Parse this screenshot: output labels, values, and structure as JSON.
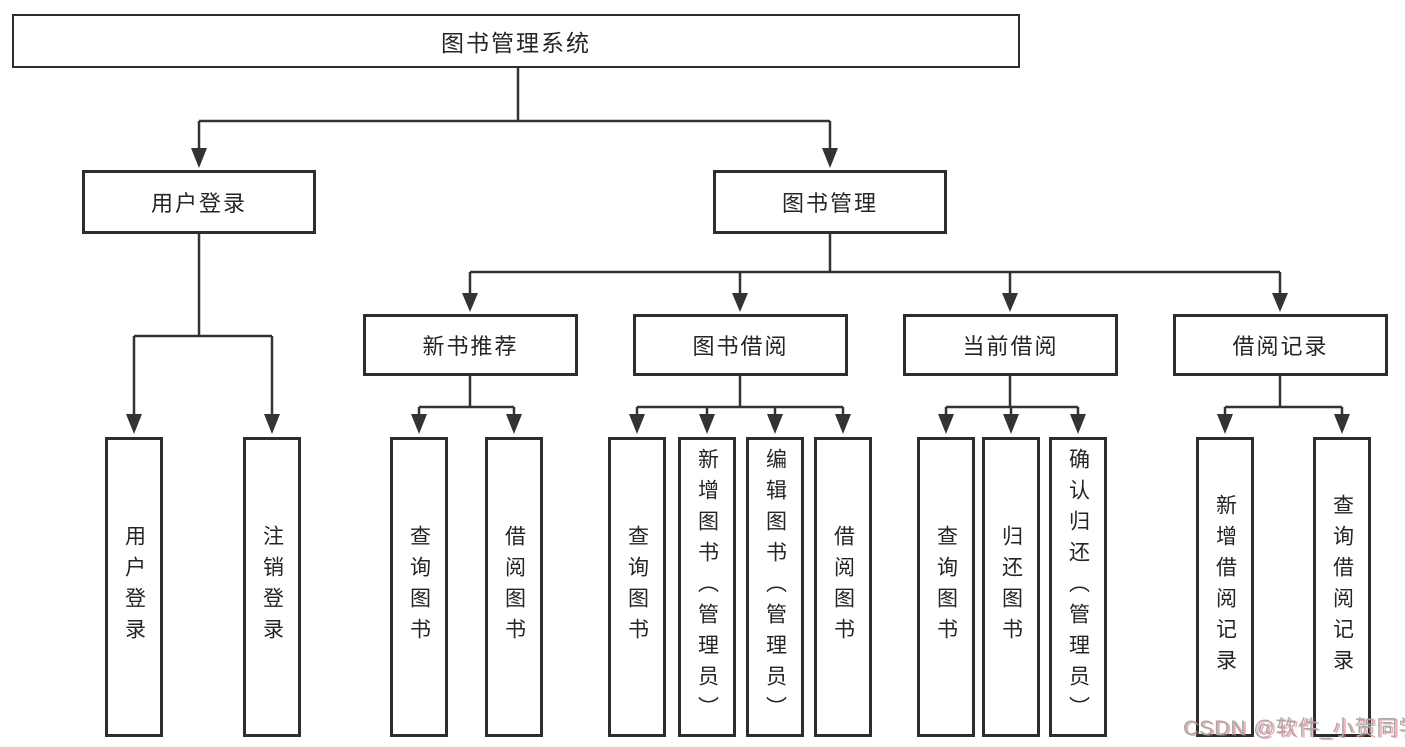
{
  "diagram": {
    "root": {
      "label": "图书管理系统"
    },
    "level2": [
      {
        "label": "用户登录"
      },
      {
        "label": "图书管理"
      }
    ],
    "level3": [
      {
        "label": "新书推荐",
        "parent": "图书管理"
      },
      {
        "label": "图书借阅",
        "parent": "图书管理"
      },
      {
        "label": "当前借阅",
        "parent": "图书管理"
      },
      {
        "label": "借阅记录",
        "parent": "图书管理"
      }
    ],
    "leaves": [
      {
        "label": "用户登录",
        "parent": "用户登录"
      },
      {
        "label": "注销登录",
        "parent": "用户登录"
      },
      {
        "label": "查询图书",
        "parent": "新书推荐"
      },
      {
        "label": "借阅图书",
        "parent": "新书推荐"
      },
      {
        "label": "查询图书",
        "parent": "图书借阅"
      },
      {
        "label": "新增图书（管理员）",
        "parent": "图书借阅"
      },
      {
        "label": "编辑图书（管理员）",
        "parent": "图书借阅"
      },
      {
        "label": "借阅图书",
        "parent": "图书借阅"
      },
      {
        "label": "查询图书",
        "parent": "当前借阅"
      },
      {
        "label": "归还图书",
        "parent": "当前借阅"
      },
      {
        "label": "确认归还（管理员）",
        "parent": "当前借阅"
      },
      {
        "label": "新增借阅记录",
        "parent": "借阅记录"
      },
      {
        "label": "查询借阅记录",
        "parent": "借阅记录"
      }
    ],
    "colors": {
      "line": "#333333",
      "box_border": "#2d2d2d",
      "text": "#252525",
      "background": "#ffffff"
    }
  },
  "watermark": {
    "text": "CSDN @软件_小贺同学",
    "color": "#a9a9a9",
    "accent_color": "#e26876"
  }
}
